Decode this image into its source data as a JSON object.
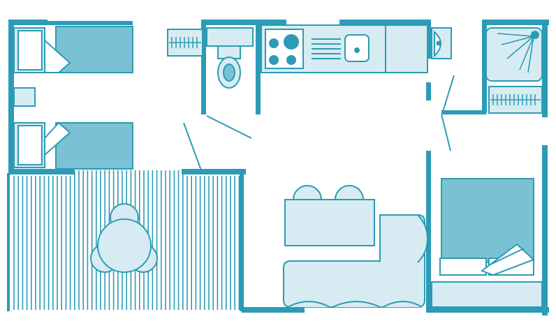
{
  "colors": {
    "wall": "#2c9bb5",
    "furniture_dark": "#7ac2d3",
    "furniture_light": "#d6ecf2",
    "background": "#ffffff",
    "terrace_line": "#2c9bb5"
  },
  "rooms": [
    {
      "id": "twin-bedroom",
      "icon": "twin-bed-icon"
    },
    {
      "id": "terrace",
      "icon": "terrace-deck-icon"
    },
    {
      "id": "toilet",
      "icon": "toilet-icon"
    },
    {
      "id": "kitchen",
      "icon": "kitchen-counter-icon"
    },
    {
      "id": "shower-room",
      "icon": "shower-icon"
    },
    {
      "id": "living-dining",
      "icon": "sofa-icon"
    },
    {
      "id": "master-bedroom",
      "icon": "double-bed-icon"
    }
  ]
}
